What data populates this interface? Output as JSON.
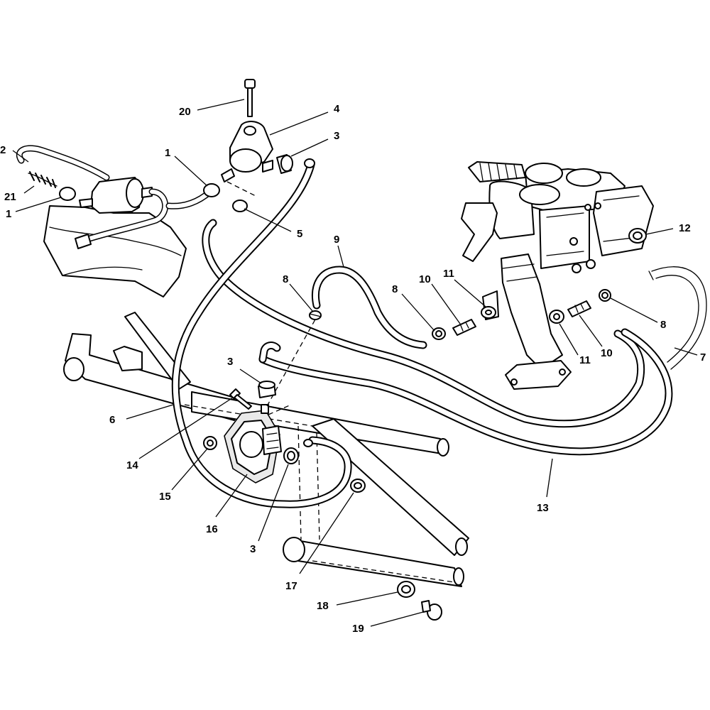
{
  "callouts": {
    "c1a": "1",
    "c1b": "1",
    "c2": "2",
    "c3a": "3",
    "c3b": "3",
    "c3c": "3",
    "c4": "4",
    "c5": "5",
    "c6": "6",
    "c7": "7",
    "c8a": "8",
    "c8b": "8",
    "c8c": "8",
    "c9": "9",
    "c10a": "10",
    "c10b": "10",
    "c11a": "11",
    "c11b": "11",
    "c12": "12",
    "c13": "13",
    "c14": "14",
    "c15": "15",
    "c16": "16",
    "c17": "17",
    "c18": "18",
    "c19": "19",
    "c20": "20",
    "c21": "21"
  }
}
